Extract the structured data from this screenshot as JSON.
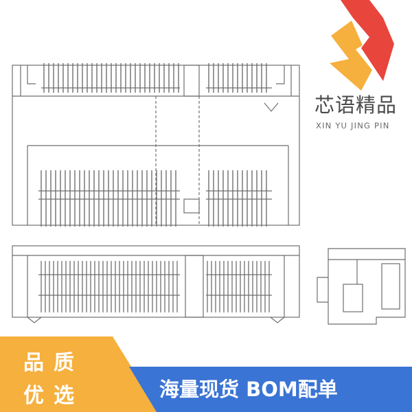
{
  "brand": {
    "name_cn": "芯语精品",
    "name_en": "XIN YU JING PIN",
    "colors": {
      "accent_red": "#e8453c",
      "accent_orange": "#f6b03e",
      "blue": "#3a74d4"
    }
  },
  "banner": {
    "left_line1": "品质",
    "left_line2": "优选",
    "right_text": "海量现货 BOM配单"
  },
  "drawing": {
    "subject": "M.2 connector technical drawing",
    "line_color": "#555555"
  }
}
